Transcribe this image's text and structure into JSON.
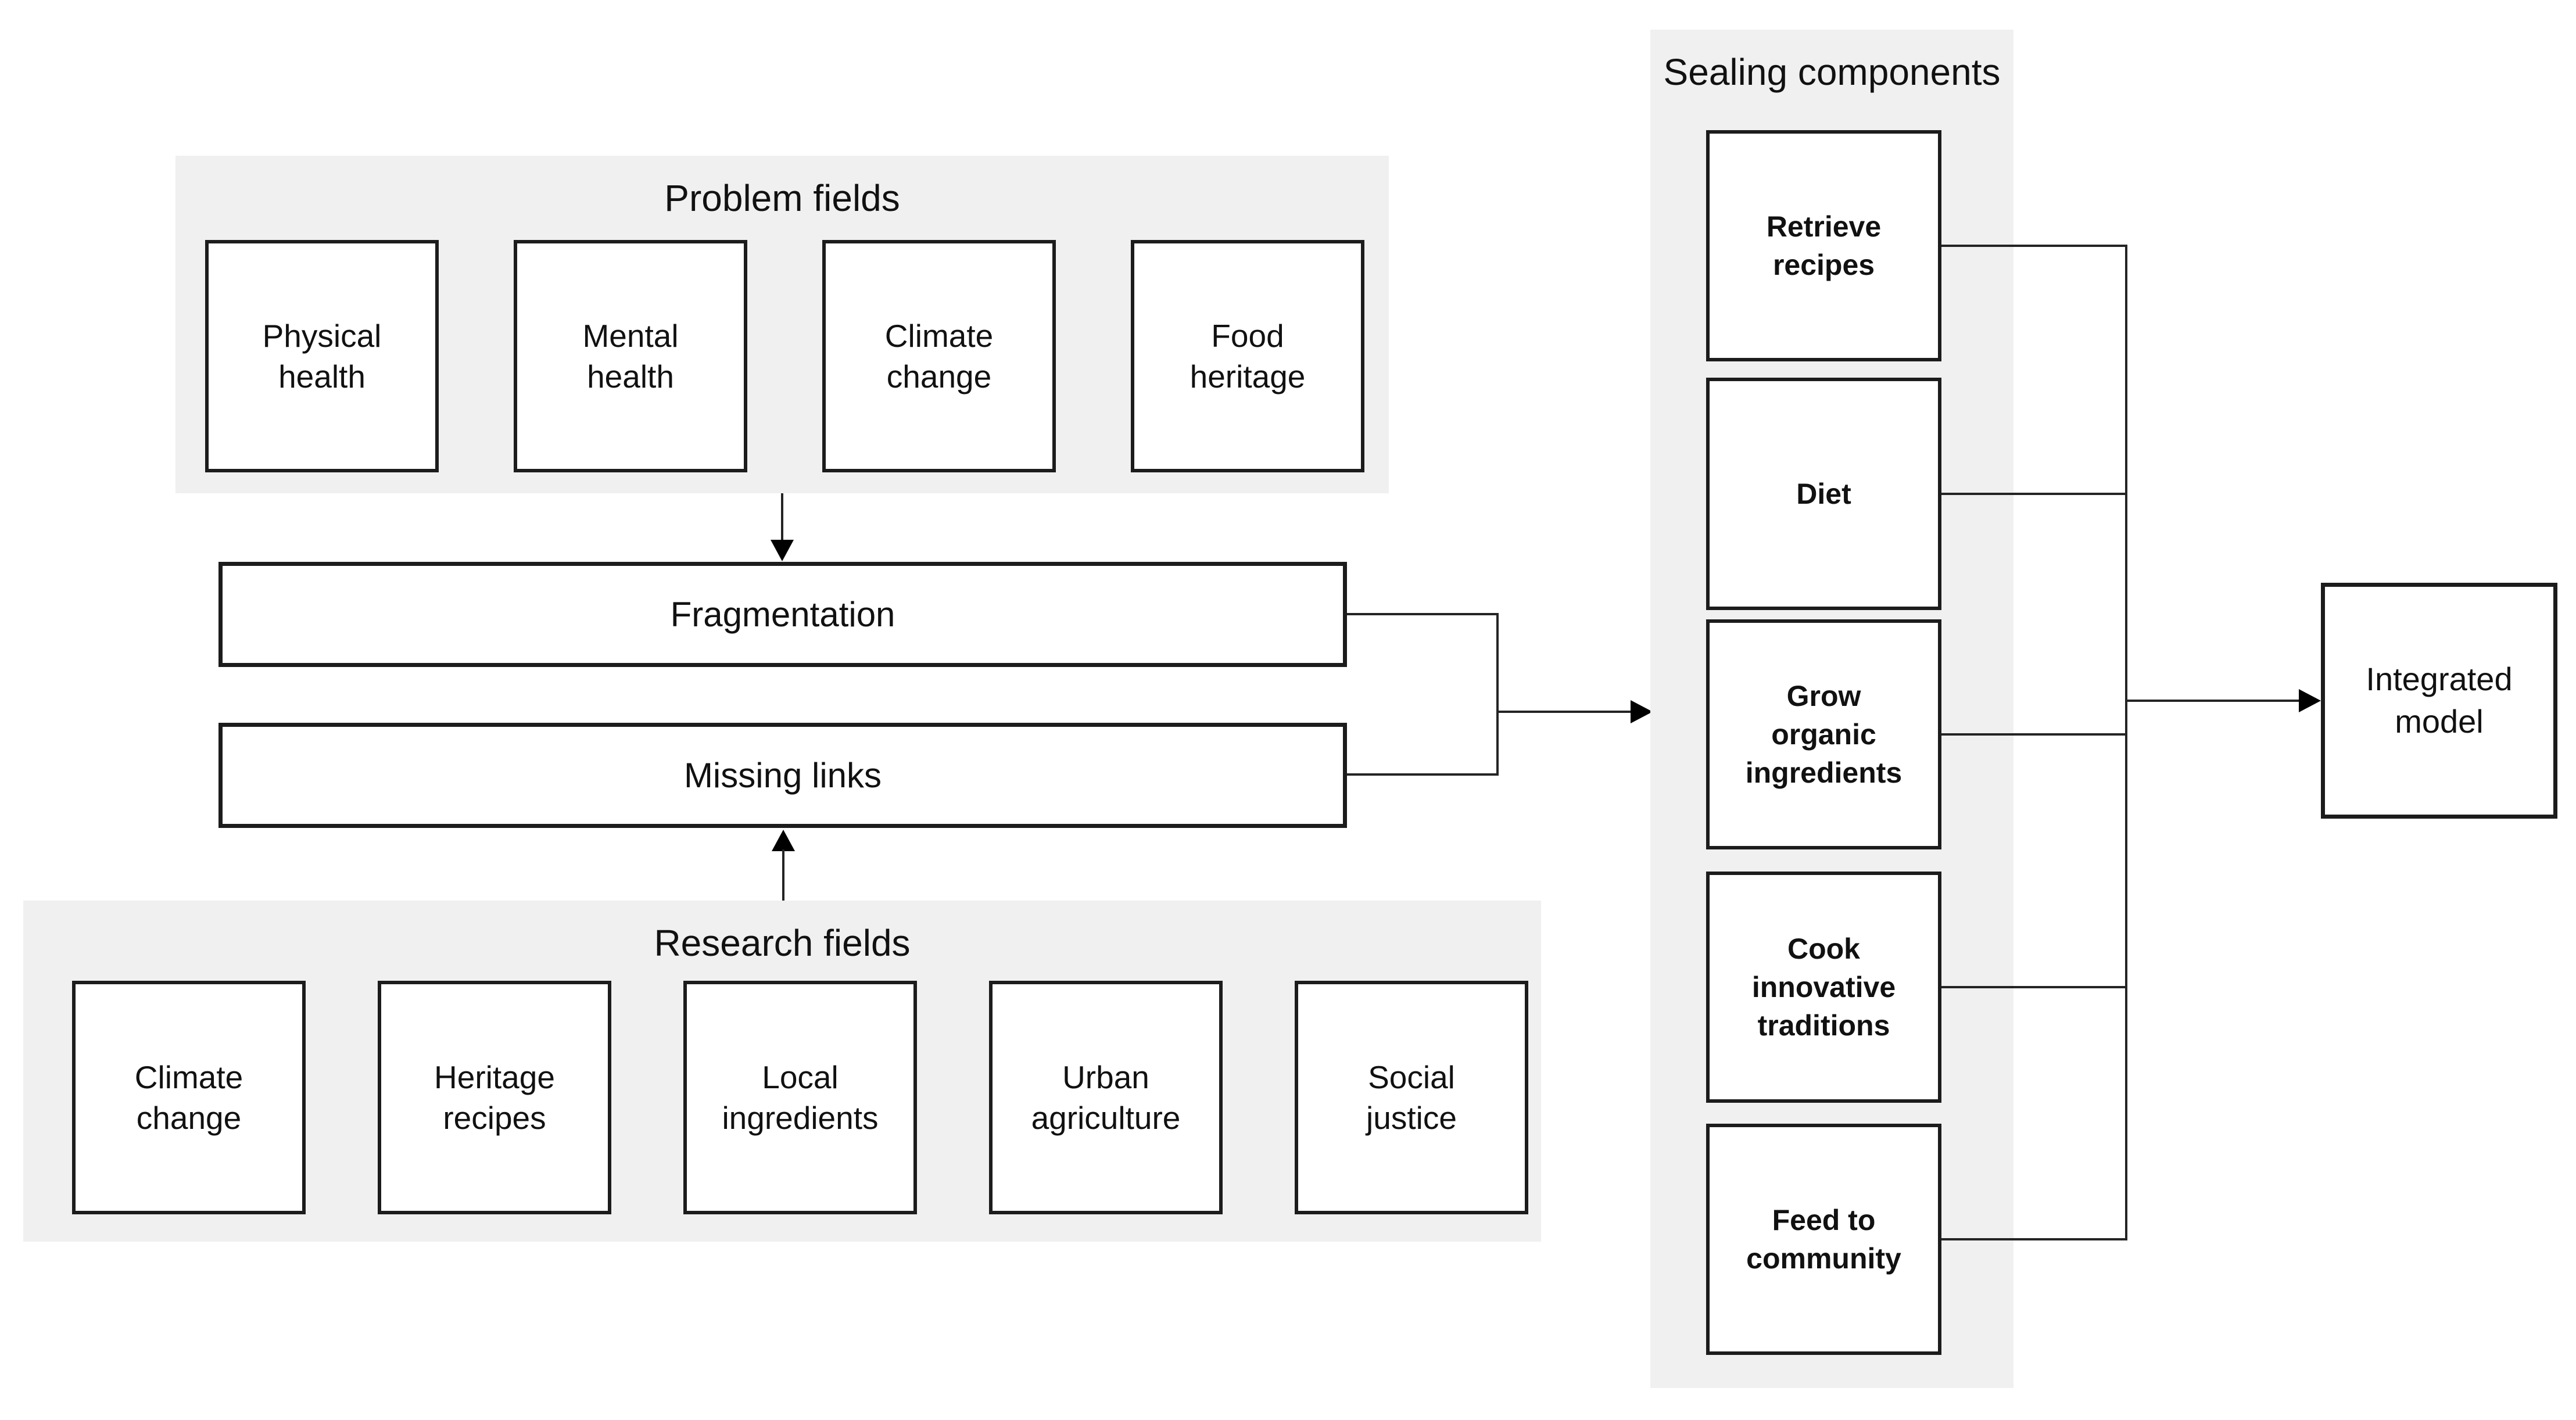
{
  "colors": {
    "background": "#ffffff",
    "panel_fill": "#f0f0f0",
    "node_fill": "#ffffff",
    "stroke": "#1c1c1c",
    "text": "#111111"
  },
  "groups": {
    "problem": {
      "title": "Problem fields",
      "items": [
        "Physical\nhealth",
        "Mental\nhealth",
        "Climate\nchange",
        "Food\nheritage"
      ]
    },
    "research": {
      "title": "Research fields",
      "items": [
        "Climate\nchange",
        "Heritage\nrecipes",
        "Local\ningredients",
        "Urban\nagriculture",
        "Social\njustice"
      ]
    },
    "sealing": {
      "title": "Sealing components",
      "items": [
        "Retrieve\nrecipes",
        "Diet",
        "Grow\norganic\ningredients",
        "Cook\ninnovative\ntraditions",
        "Feed to\ncommunity"
      ]
    }
  },
  "nodes": {
    "fragmentation": "Fragmentation",
    "missing_links": "Missing links",
    "integrated_model": "Integrated\nmodel"
  }
}
